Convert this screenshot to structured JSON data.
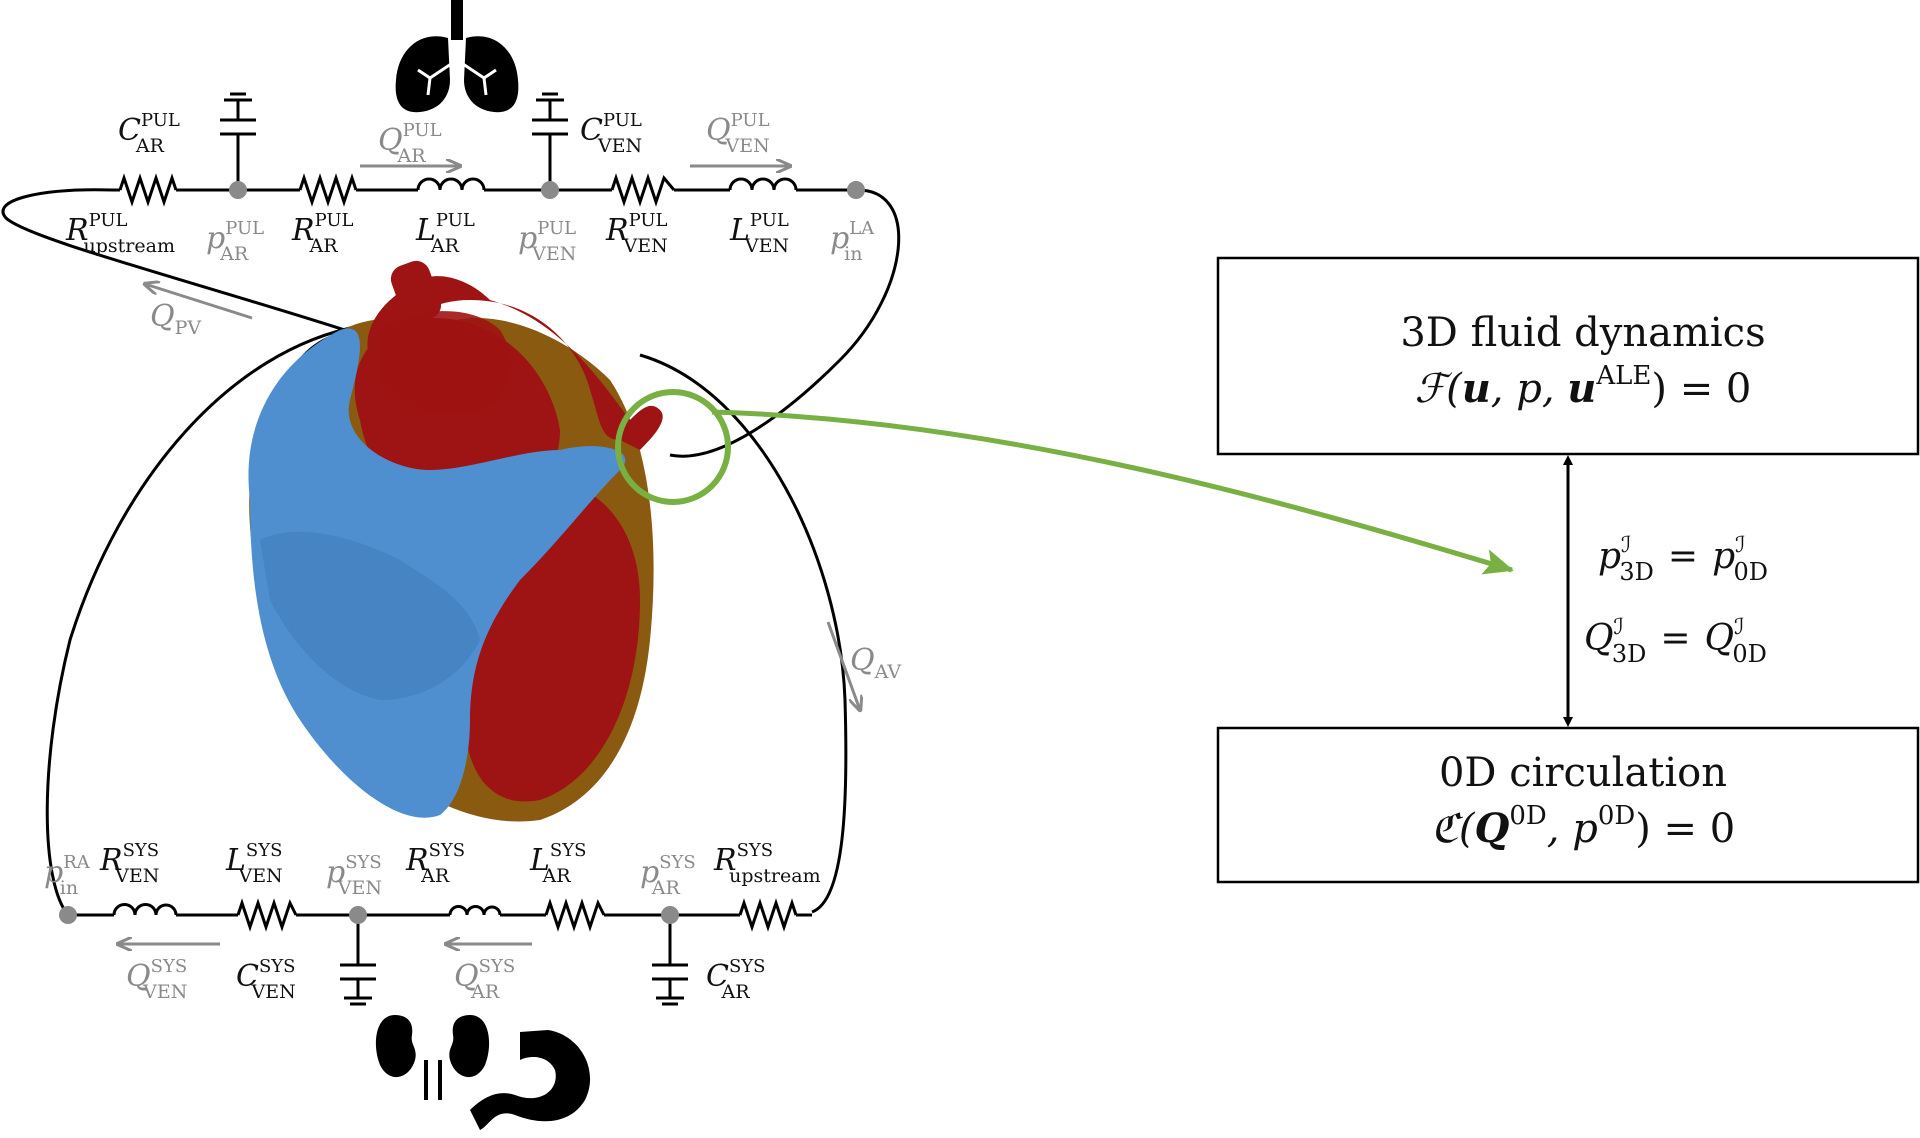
{
  "boxes": {
    "fluid": {
      "title": "3D fluid dynamics",
      "equation": "ℱ(u, p, u^ALE) = 0",
      "eq_prefix": "ℱ(",
      "eq_u": "u",
      "eq_mid": ", p, ",
      "eq_u2": "u",
      "eq_sup": "ALE",
      "eq_suffix": ") = 0"
    },
    "circulation": {
      "title": "0D circulation",
      "eq_prefix": "ℭ(",
      "eq_Q": "Q",
      "eq_sup1": "0D",
      "eq_mid": ", p",
      "eq_sup2": "0D",
      "eq_suffix": ") = 0"
    }
  },
  "coupling": {
    "line1": {
      "lhs": "p",
      "lhs_sup": "ℐ",
      "lhs_sub": "3D",
      "op": "=",
      "rhs": "p",
      "rhs_sup": "ℐ",
      "rhs_sub": "0D"
    },
    "line2": {
      "lhs": "Q",
      "lhs_sup": "ℐ",
      "lhs_sub": "3D",
      "op": "=",
      "rhs": "Q",
      "rhs_sup": "ℐ",
      "rhs_sub": "0D"
    }
  },
  "pulmonary": {
    "C_AR": {
      "base": "C",
      "sup": "PUL",
      "sub": "AR"
    },
    "C_VEN": {
      "base": "C",
      "sup": "PUL",
      "sub": "VEN"
    },
    "Q_AR": {
      "base": "Q",
      "sup": "PUL",
      "sub": "AR"
    },
    "Q_VEN": {
      "base": "Q",
      "sup": "PUL",
      "sub": "VEN"
    },
    "R_upstream": {
      "base": "R",
      "sup": "PUL",
      "sub": "upstream"
    },
    "p_AR": {
      "base": "p",
      "sup": "PUL",
      "sub": "AR"
    },
    "R_AR": {
      "base": "R",
      "sup": "PUL",
      "sub": "AR"
    },
    "L_AR": {
      "base": "L",
      "sup": "PUL",
      "sub": "AR"
    },
    "p_VEN": {
      "base": "p",
      "sup": "PUL",
      "sub": "VEN"
    },
    "R_VEN": {
      "base": "R",
      "sup": "PUL",
      "sub": "VEN"
    },
    "L_VEN": {
      "base": "L",
      "sup": "PUL",
      "sub": "VEN"
    },
    "p_in_LA": {
      "base": "p",
      "sup": "LA",
      "sub": "in"
    }
  },
  "valves": {
    "Q_PV": {
      "base": "Q",
      "sub": "PV"
    },
    "Q_AV": {
      "base": "Q",
      "sub": "AV"
    }
  },
  "systemic": {
    "p_in_RA": {
      "base": "p",
      "sup": "RA",
      "sub": "in"
    },
    "R_VEN": {
      "base": "R",
      "sup": "SYS",
      "sub": "VEN"
    },
    "L_VEN": {
      "base": "L",
      "sup": "SYS",
      "sub": "VEN"
    },
    "p_VEN": {
      "base": "p",
      "sup": "SYS",
      "sub": "VEN"
    },
    "R_AR": {
      "base": "R",
      "sup": "SYS",
      "sub": "AR"
    },
    "L_AR": {
      "base": "L",
      "sup": "SYS",
      "sub": "AR"
    },
    "p_AR": {
      "base": "p",
      "sup": "SYS",
      "sub": "AR"
    },
    "R_upstream": {
      "base": "R",
      "sup": "SYS",
      "sub": "upstream"
    },
    "Q_VEN": {
      "base": "Q",
      "sup": "SYS",
      "sub": "VEN"
    },
    "C_VEN": {
      "base": "C",
      "sup": "SYS",
      "sub": "VEN"
    },
    "Q_AR": {
      "base": "Q",
      "sup": "SYS",
      "sub": "AR"
    },
    "C_AR": {
      "base": "C",
      "sup": "SYS",
      "sub": "AR"
    }
  },
  "colors": {
    "heart_red": "#9e1313",
    "heart_blue": "#4f8fcf",
    "heart_shadow": "#8a5a10",
    "interface_green": "#78b043",
    "node_gray": "#8a8a8a",
    "flow_arrow_gray": "#8a8a8a"
  },
  "icons": [
    "lungs-icon",
    "kidneys-icon",
    "stomach-icon"
  ]
}
